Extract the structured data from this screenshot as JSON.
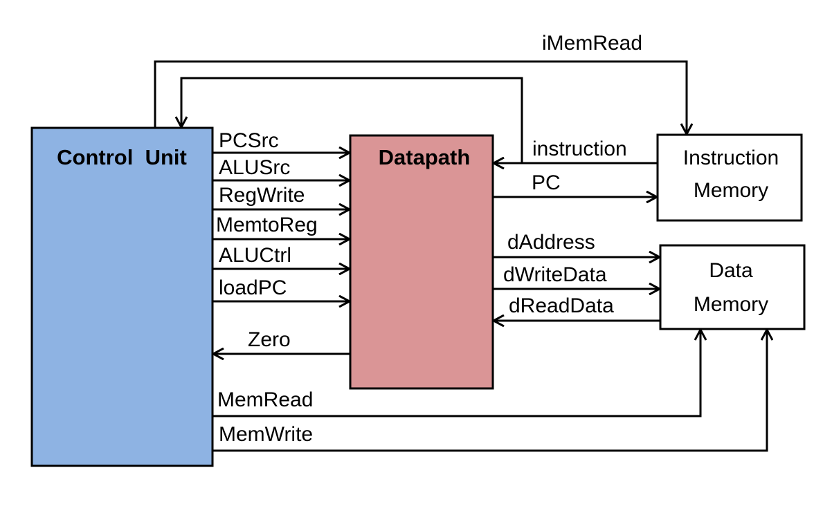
{
  "blocks": {
    "control_unit": {
      "label": "Control  Unit",
      "fill": "#8eb3e3"
    },
    "datapath": {
      "label": "Datapath",
      "fill": "#da9596"
    },
    "instruction_memory": {
      "line1": "Instruction",
      "line2": "Memory",
      "fill": "#ffffff"
    },
    "data_memory": {
      "line1": "Data",
      "line2": "Memory",
      "fill": "#ffffff"
    }
  },
  "signals": {
    "imemread": "iMemRead",
    "pcsrc": "PCSrc",
    "alusrc": "ALUSrc",
    "regwrite": "RegWrite",
    "memtoreg": "MemtoReg",
    "aluctrl": "ALUCtrl",
    "loadpc": "loadPC",
    "zero": "Zero",
    "instruction": "instruction",
    "pc": "PC",
    "daddress": "dAddress",
    "dwritedata": "dWriteData",
    "dreaddata": "dReadData",
    "memread": "MemRead",
    "memwrite": "MemWrite"
  }
}
